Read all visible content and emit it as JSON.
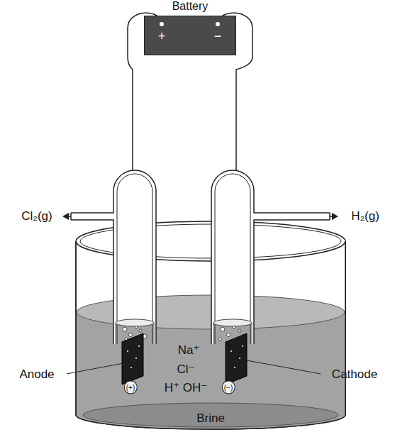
{
  "diagram": {
    "nodes": [
      {
        "text": [
          "Battery",
          "+",
          "−"
        ]
      }
    ],
    "labels": [
      "Cl₂(g)",
      "H₂(g)",
      "Anode",
      "Cathode",
      "Na⁺",
      "Cl⁻",
      "H⁺ OH⁻",
      "(+)",
      "(−)",
      "Brine"
    ]
  }
}
